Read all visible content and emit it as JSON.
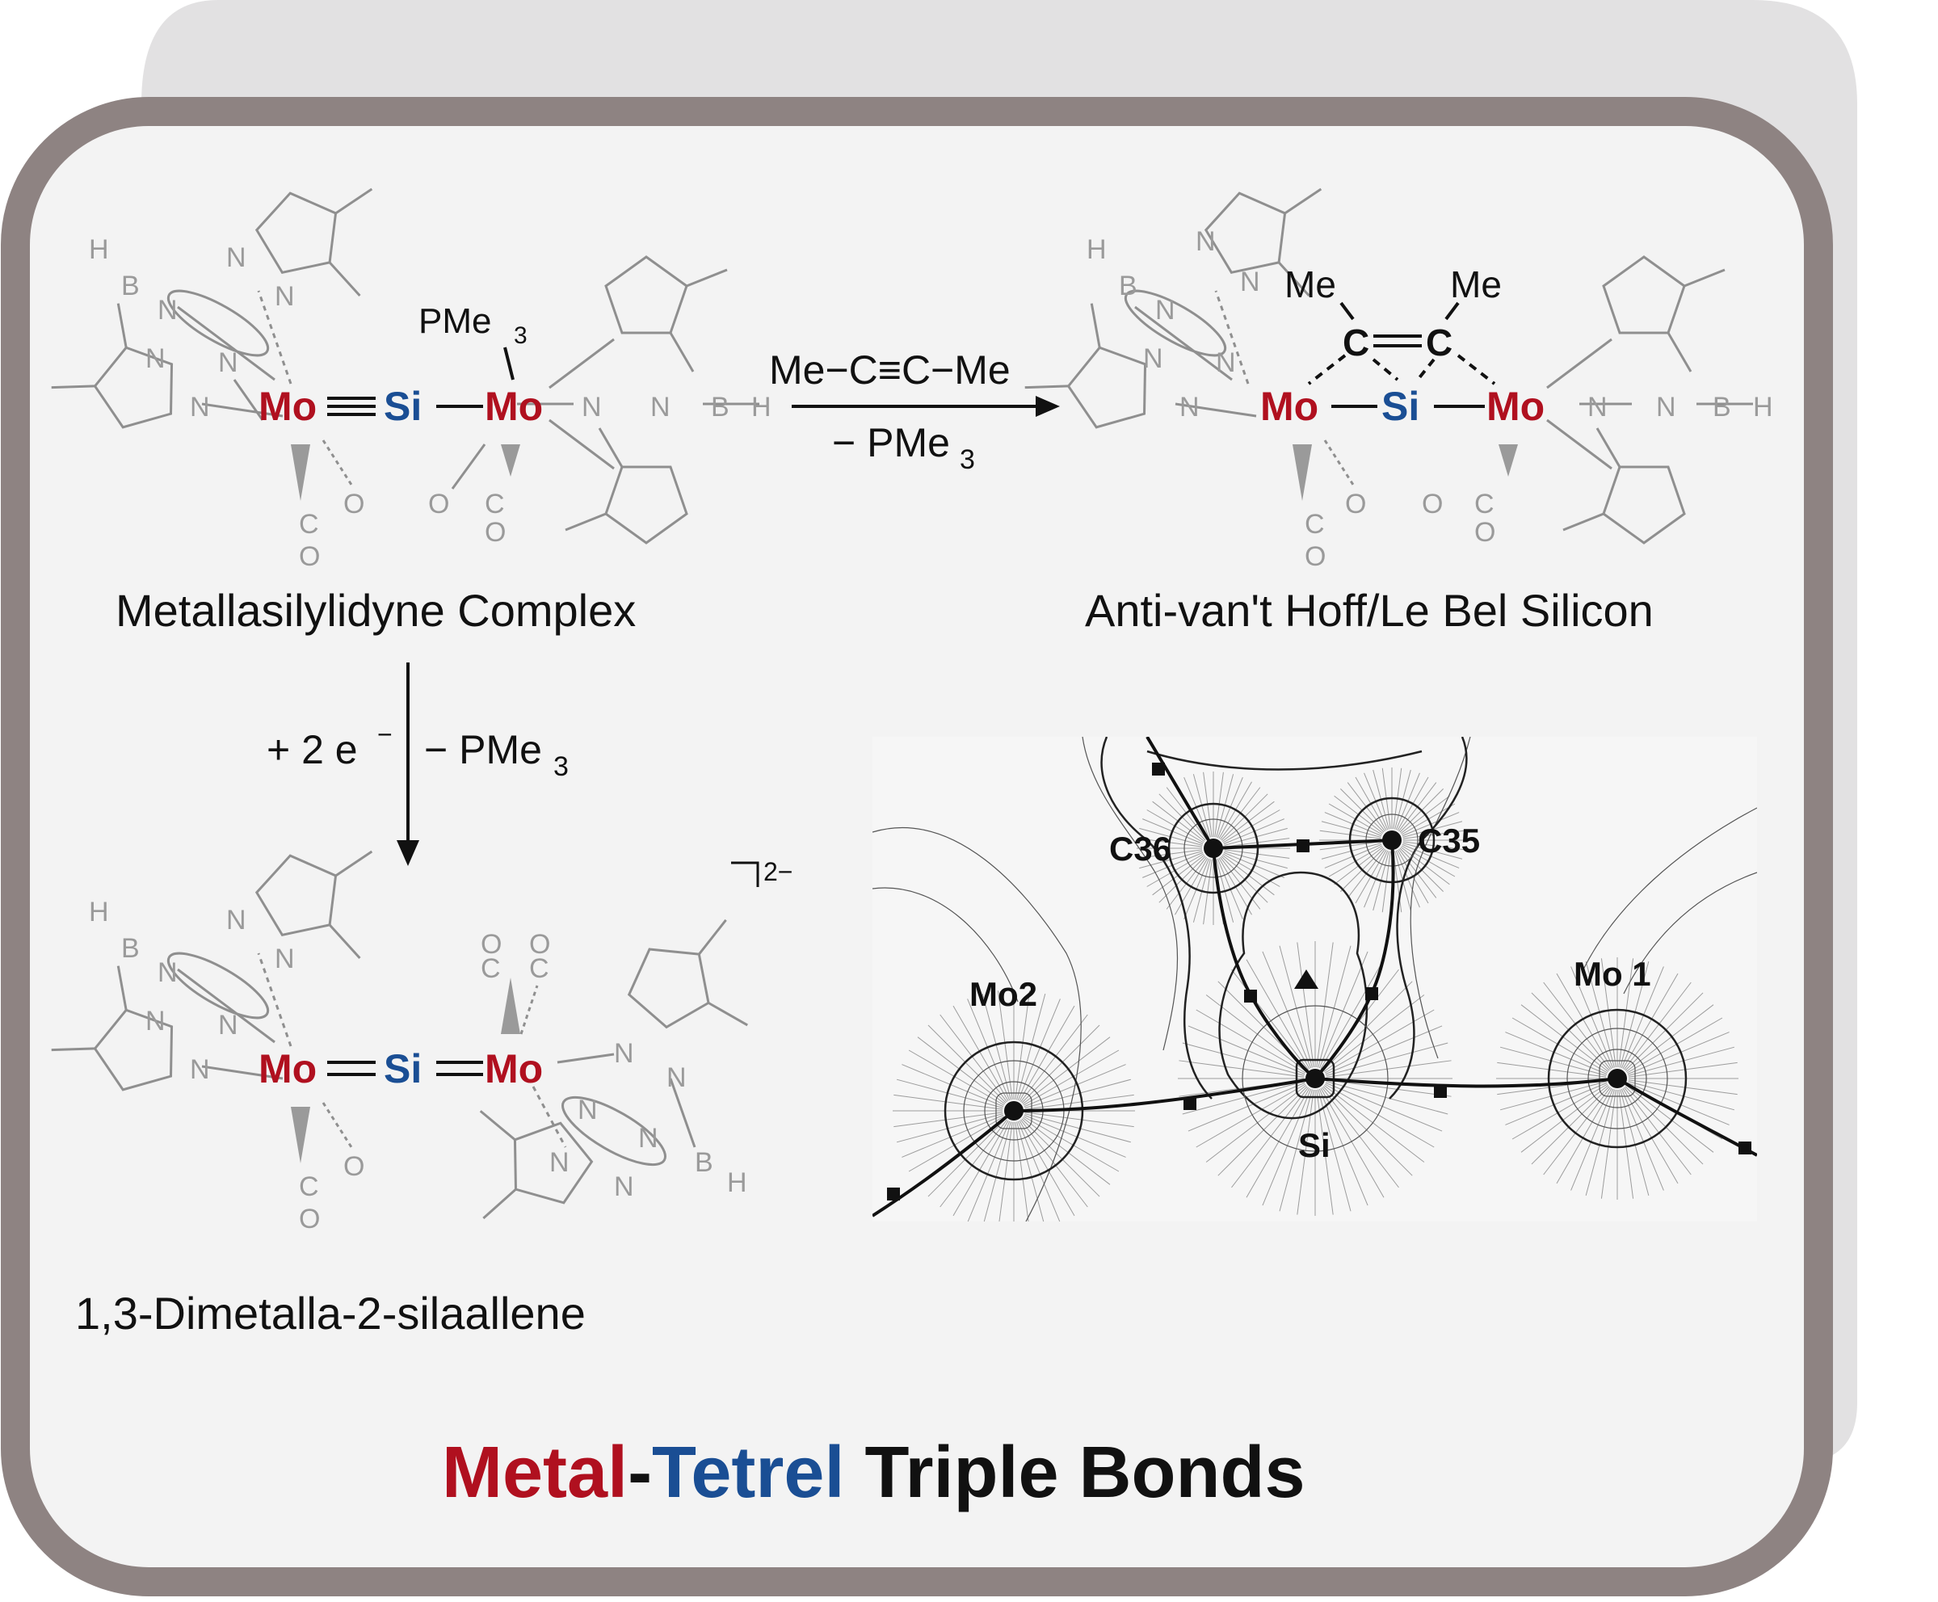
{
  "colors": {
    "metal": "#b0101f",
    "tetrel": "#1a4e94",
    "text": "#111111",
    "frame": "#8e8382",
    "panel": "#f3f3f3",
    "shadow": "#e2e1e2"
  },
  "title": {
    "metal": "Metal",
    "dash": "-",
    "tetrel": "Tetrel",
    "rest": " Triple Bonds"
  },
  "complexes": {
    "silylidyne": {
      "label": "Metallasilylidyne Complex"
    },
    "antivanthoff": {
      "label": "Anti-van't Hoff/Le Bel Silicon"
    },
    "silaallene": {
      "label": "1,3-Dimetalla-2-silaallene"
    }
  },
  "atoms": {
    "mo": "Mo",
    "si": "Si",
    "n": "N",
    "b": "B",
    "h": "H",
    "c": "C",
    "o": "O",
    "me": "Me",
    "pme3": "PMe",
    "sub3": "3"
  },
  "reaction_top": {
    "reagent": "Me−C≡C−Me",
    "byproduct_minus": "− PMe",
    "byproduct_sub": "3"
  },
  "reaction_down": {
    "reagent_left": "+ 2 e",
    "reagent_sup": "−",
    "byproduct_right": "− PMe",
    "byproduct_sub": "3"
  },
  "charge": "2−",
  "density_map": {
    "labels": [
      "C36",
      "C35",
      "Mo2",
      "Mo 1",
      "Si"
    ]
  }
}
